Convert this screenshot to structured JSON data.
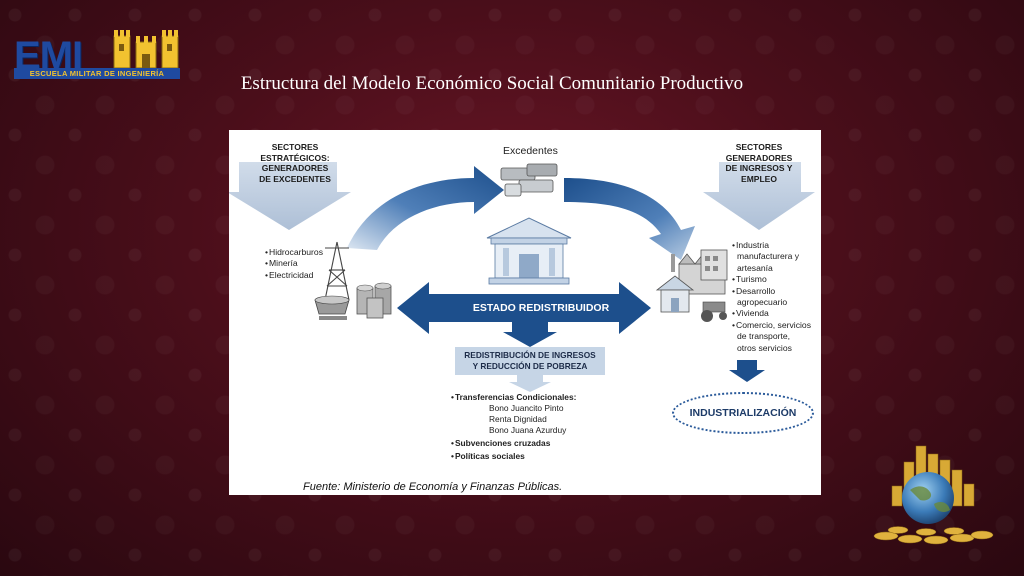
{
  "logo": {
    "letters": "EMI",
    "subtitle": "ESCUELA MILITAR DE INGENIERÍA"
  },
  "title": "Estructura del Modelo Económico Social Comunitario Productivo",
  "diagram": {
    "left_header": [
      "SECTORES",
      "ESTRATÉGICOS:",
      "GENERADORES",
      "DE EXCEDENTES"
    ],
    "left_items": [
      "Hidrocarburos",
      "Minería",
      "Electricidad"
    ],
    "excedentes": "Excedentes",
    "right_header": [
      "SECTORES",
      "GENERADORES",
      "DE INGRESOS Y",
      "EMPLEO"
    ],
    "right_items": [
      "Industria",
      "manufacturera y",
      "artesanía",
      "Turismo",
      "Desarrollo",
      "agropecuario",
      "Vivienda",
      "Comercio, servicios",
      "de transporte,",
      "otros servicios"
    ],
    "estado": "ESTADO REDISTRIBUIDOR",
    "redistribucion": [
      "REDISTRIBUCIÓN DE INGRESOS",
      "Y REDUCCIÓN DE POBREZA"
    ],
    "transferencias": "Transferencias Condicionales:",
    "bonos": [
      "Bono Juancito Pinto",
      "Renta Dignidad",
      "Bono Juana Azurduy"
    ],
    "subvenciones": "Subvenciones cruzadas",
    "politicas": "Políticas sociales",
    "industrializacion": "INDUSTRIALIZACIÓN",
    "fuente": "Fuente: Ministerio de Economía y Finanzas Públicas."
  },
  "colors": {
    "background": "#4a0e1a",
    "arrow_dark": "#1d4f8c",
    "arrow_light": "#b9c9dc",
    "logo_blue": "#1f4aa0",
    "logo_gold": "#f2c230"
  }
}
